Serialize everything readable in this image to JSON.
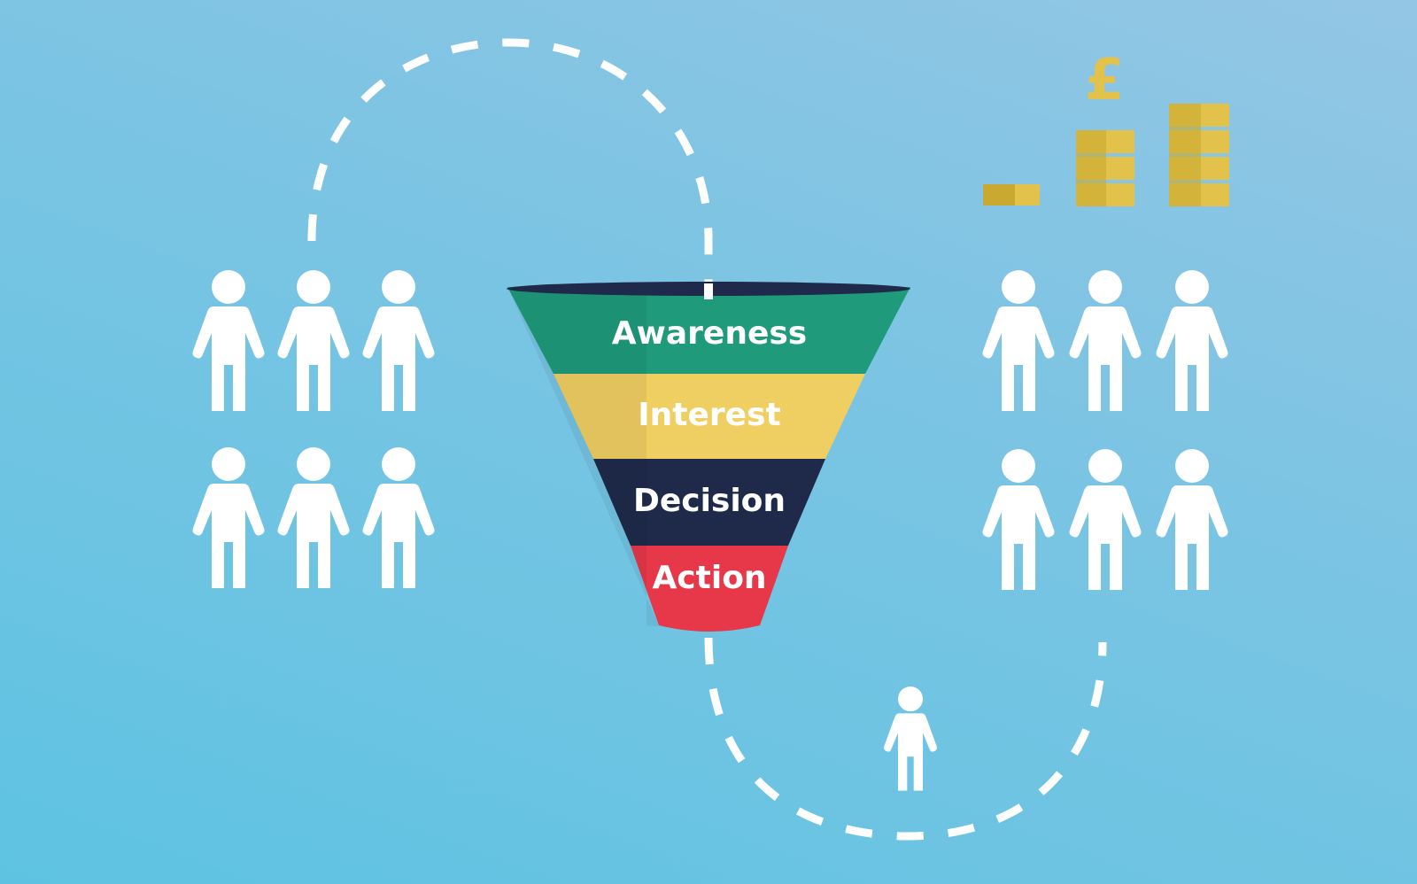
{
  "funnel": {
    "stages": [
      {
        "label": "Awareness",
        "color": "#1f9b7c"
      },
      {
        "label": "Interest",
        "color": "#f0cf62"
      },
      {
        "label": "Decision",
        "color": "#1f2a4b"
      },
      {
        "label": "Action",
        "color": "#e7384a"
      }
    ],
    "rim_color": "#1f2a4b"
  },
  "coins": {
    "currency_symbol": "£",
    "color": "#e2c24a",
    "stack_heights": [
      1,
      3,
      4
    ]
  },
  "people": {
    "color": "#ffffff",
    "left_group_count": 6,
    "right_group_count": 6,
    "single_count": 1
  },
  "path": {
    "style": "dashed",
    "color": "#ffffff"
  }
}
